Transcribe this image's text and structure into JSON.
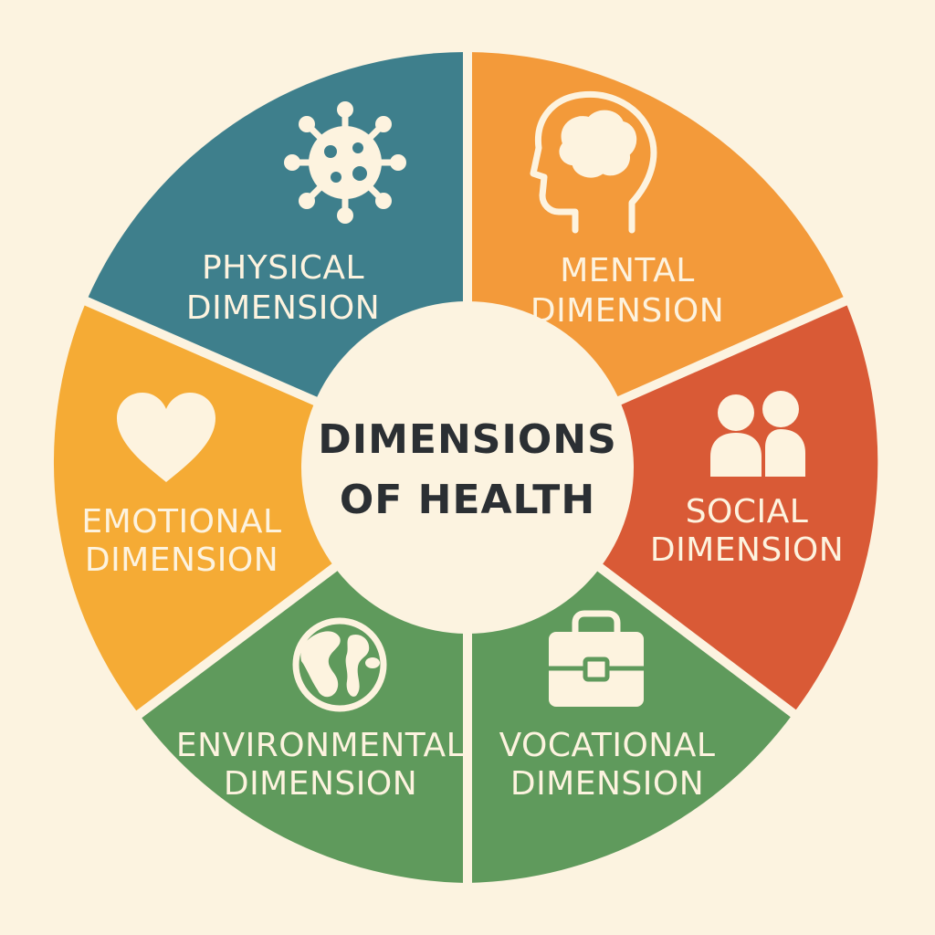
{
  "diagram": {
    "title_line1": "DIMENSIONS",
    "title_line2": "OF HEALTH",
    "colors": {
      "background": "#fcf3e0",
      "center": "#fcf3e0",
      "text_light": "#fdf3df",
      "text_dark": "#2b2f33"
    },
    "segments": [
      {
        "id": "physical",
        "line1": "PHYSICAL",
        "line2": "DIMENSION",
        "color": "#3e7f8c",
        "icon": "virus-icon"
      },
      {
        "id": "mental",
        "line1": "MENTAL",
        "line2": "DIMENSION",
        "color": "#f39a3a",
        "icon": "head-brain-icon"
      },
      {
        "id": "social",
        "line1": "SOCIAL",
        "line2": "DIMENSION",
        "color": "#d95a36",
        "icon": "people-icon"
      },
      {
        "id": "vocational",
        "line1": "VOCATIONAL",
        "line2": "DIMENSION",
        "color": "#5f9a5c",
        "icon": "briefcase-icon"
      },
      {
        "id": "environmental",
        "line1": "ENVIRONMENTAL",
        "line2": "DIMENSION",
        "color": "#5f9a5c",
        "icon": "globe-icon"
      },
      {
        "id": "emotional",
        "line1": "EMOTIONAL",
        "line2": "DIMENSION",
        "color": "#f5ab35",
        "icon": "heart-icon"
      }
    ]
  }
}
